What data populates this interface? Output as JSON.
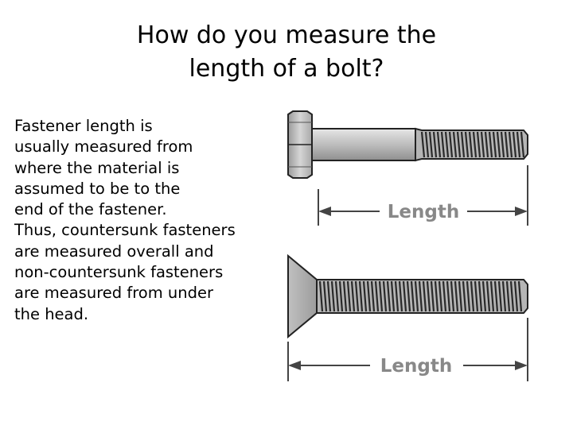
{
  "slide": {
    "title_lines": [
      "How do you measure the",
      "length of a bolt?"
    ],
    "body_lines": [
      "Fastener length is",
      "usually measured from",
      "where the material is",
      "assumed to be to the",
      "end of the fastener.",
      "Thus, countersunk fasteners",
      "are measured overall and",
      "non-countersunk fasteners",
      "are measured from under",
      "the head."
    ]
  },
  "figure": {
    "hex_bolt": {
      "dimension_label": "Length"
    },
    "countersunk_bolt": {
      "dimension_label": "Length"
    },
    "colors": {
      "bolt_fill": "#c8c8c8",
      "outline": "#222222",
      "dimension_line": "#444444",
      "label": "#888888"
    }
  }
}
